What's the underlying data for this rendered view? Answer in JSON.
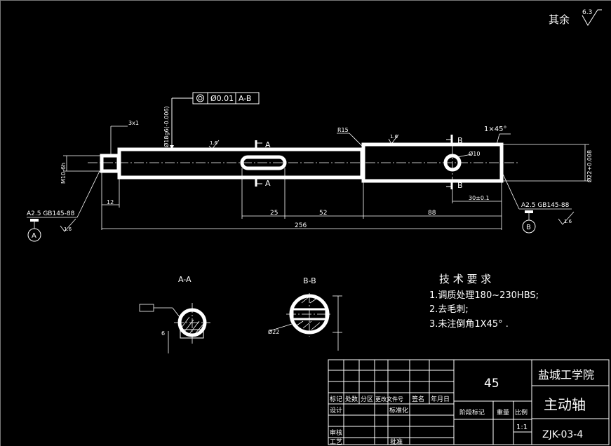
{
  "roughness": {
    "label": "其余",
    "value": "6.3"
  },
  "tolerance": {
    "symbol": "◎",
    "value": "Ø0.01",
    "datum": "A-B"
  },
  "dims": {
    "chamfer_left": "3x1",
    "dia_mid": "Ø18g6(-0.006)",
    "thread": "M10-6h",
    "r15": "R15",
    "chamfer_right": "1×45°",
    "hole": "Ø10",
    "dia_right": "Ø22+0.008",
    "d12": "12",
    "d25": "25",
    "d52": "52",
    "d88": "88",
    "d256": "256",
    "d30": "30±0.1",
    "ra16a": "1.6",
    "ra16b": "1.6",
    "ra16c": "1.6",
    "ra16d": "1.6",
    "keyway_w": "6",
    "bb_dia": "Ø22"
  },
  "centers": {
    "left": "A2.5 GB145-88",
    "right": "A2.5 GB145-88",
    "datum_a": "A",
    "datum_b": "B"
  },
  "sections": {
    "aa": "A-A",
    "bb": "B-B",
    "a_mark": "A",
    "b_mark": "B"
  },
  "tech": {
    "title": "技 术 要 求",
    "items": [
      "1.调质处理180~230HBS;",
      "2.去毛刺;",
      "3.未注倒角1X45° ."
    ]
  },
  "titleblock": {
    "material": "45",
    "school": "盐城工学院",
    "part": "主动轴",
    "code": "ZJK-03-4",
    "scale": "1:1",
    "headers": [
      "标记",
      "处数",
      "分区",
      "更改文件号",
      "签名",
      "年月日"
    ],
    "row_design": [
      "设计",
      "标准化"
    ],
    "stage": "阶段标记",
    "weight": "重量",
    "ratio": "比例",
    "review": "审核",
    "process": "工艺",
    "approve": "批准"
  }
}
